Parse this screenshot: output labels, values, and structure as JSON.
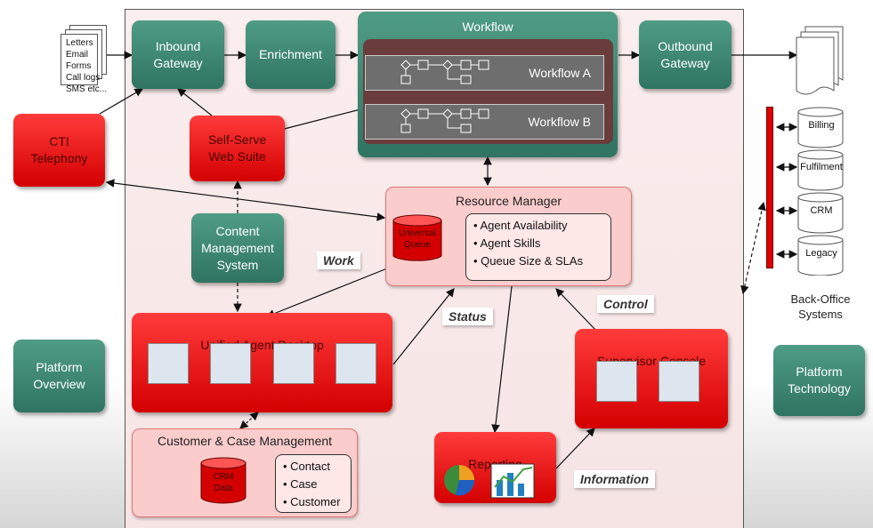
{
  "nodes": {
    "inbound_gateway": "Inbound\nGateway",
    "enrichment": "Enrichment",
    "workflow": "Workflow",
    "workflow_a": "Workflow A",
    "workflow_b": "Workflow B",
    "outbound_gateway": "Outbound\nGateway",
    "cti_telephony": "CTI\nTelephony",
    "self_serve": "Self-Serve\nWeb Suite",
    "content_mgmt": "Content\nManagement\nSystem",
    "resource_manager": "Resource Manager",
    "universal_queue": "Universal\nQueue",
    "rm_bullets": [
      "Agent Availability",
      "Agent Skills",
      "Queue Size & SLAs"
    ],
    "unified_agent_desktop": "Unified Agent Desktop",
    "supervisor_console": "Supervisor Console",
    "customer_case_mgmt": "Customer & Case Management",
    "crm_data": "CRM\nData",
    "ccm_bullets": [
      "Contact",
      "Case",
      "Customer"
    ],
    "reporting": "Reporting",
    "platform_overview": "Platform\nOverview",
    "platform_technology": "Platform\nTechnology"
  },
  "inputs_text": "Letters\nEmail\nForms\nCall logs\nSMS etc...",
  "back_office": {
    "items": [
      "Billing",
      "Fulfilment",
      "CRM",
      "Legacy"
    ],
    "title": "Back-Office\nSystems"
  },
  "labels": {
    "work": "Work",
    "status": "Status",
    "control": "Control",
    "information": "Information"
  },
  "colors": {
    "green": "#2f7462",
    "red": "#e00000",
    "pink": "#fbcccc"
  }
}
